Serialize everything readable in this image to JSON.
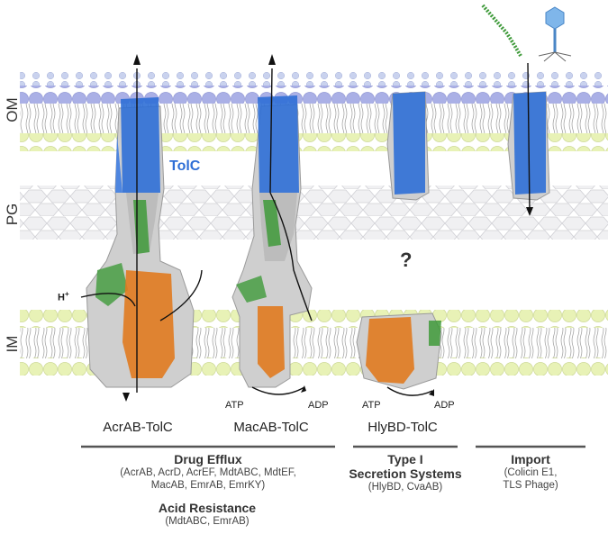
{
  "membrane_labels": {
    "om": "OM",
    "pg": "PG",
    "im": "IM"
  },
  "protein_labels": {
    "tolc": "TolC",
    "unknown": "?"
  },
  "ion_label": {
    "base": "H",
    "charge": "+"
  },
  "energy_labels": {
    "macab_atp": "ATP",
    "macab_adp": "ADP",
    "hlybd_atp": "ATP",
    "hlybd_adp": "ADP"
  },
  "complexes": [
    {
      "name": "AcrAB-TolC"
    },
    {
      "name": "MacAB-TolC"
    },
    {
      "name": "HlyBD-TolC"
    }
  ],
  "categories": {
    "drug_efflux": {
      "title": "Drug Efflux",
      "lines": [
        "(AcrAB, AcrD, AcrEF, MdtABC, MdtEF,",
        "MacAB, EmrAB, EmrKY)"
      ]
    },
    "acid_resistance": {
      "title": "Acid Resistance",
      "lines": [
        "(MdtABC, EmrAB)"
      ]
    },
    "type1": {
      "title_line1": "Type I",
      "title_line2": "Secretion Systems",
      "lines": [
        "(HlyBD, CvaAB)"
      ]
    },
    "import": {
      "title": "Import",
      "lines": [
        "(Colicin E1,",
        "TLS Phage)"
      ]
    }
  },
  "colors": {
    "om_headgroup": "#aab0e6",
    "om_inner_headgroup": "#e6f0b8",
    "im_headgroup": "#e8f2b6",
    "peptidoglycan": "#e9e9ec",
    "tolc_blue": "#2f6fd6",
    "adaptor_green": "#3f9a3a",
    "transporter_orange": "#e07a1f",
    "protein_gray": "#bdbdbd",
    "divider": "#555555"
  }
}
